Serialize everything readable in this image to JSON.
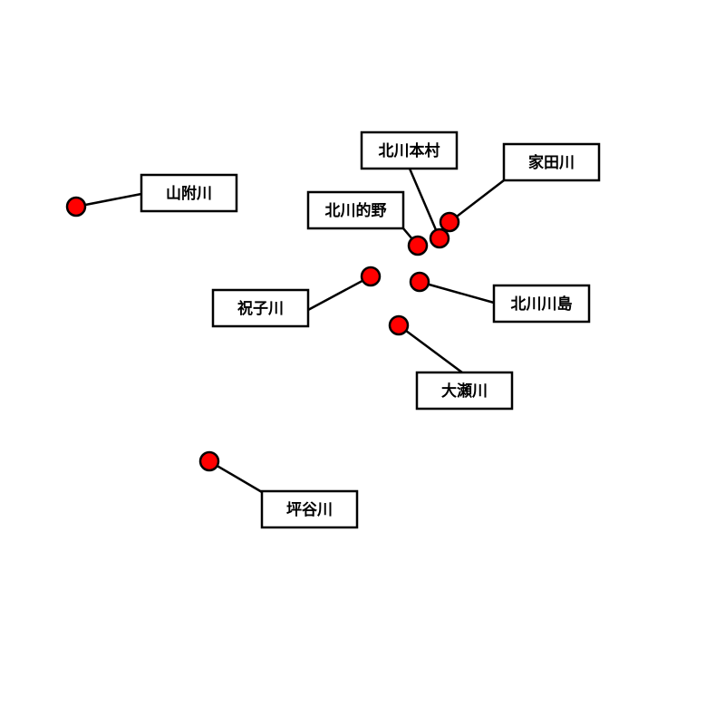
{
  "map": {
    "colors": {
      "background": "#ffffff",
      "marker_fill": "#ff0000",
      "marker_stroke": "#000000",
      "leader_line": "#000000",
      "label_box_fill": "#ffffff",
      "label_box_stroke": "#000000",
      "label_text": "#000000"
    },
    "places": [
      {
        "id": "yamatsukegawa",
        "label": "山附川"
      },
      {
        "id": "kitagawa-honmura",
        "label": "北川本村"
      },
      {
        "id": "ieda-gawa",
        "label": "家田川"
      },
      {
        "id": "kitagawa-matono",
        "label": "北川的野"
      },
      {
        "id": "hoshigogawa",
        "label": "祝子川"
      },
      {
        "id": "kitagawa-kawashima",
        "label": "北川川島"
      },
      {
        "id": "oosegawa",
        "label": "大瀬川"
      },
      {
        "id": "tsuboyagawa",
        "label": "坪谷川"
      }
    ]
  }
}
